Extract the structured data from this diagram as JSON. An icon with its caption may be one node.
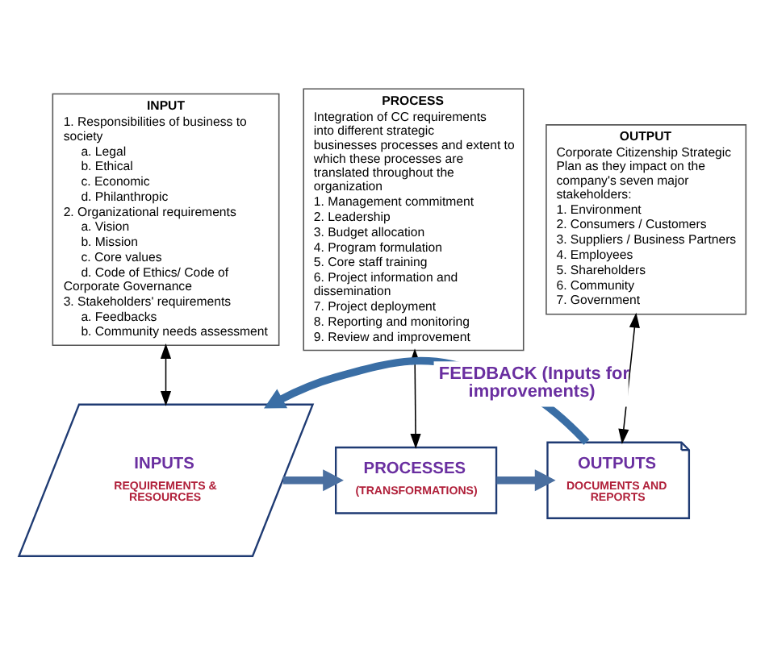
{
  "diagram": {
    "nodes": [
      {
        "text": [
          "INPUT",
          "1. Responsibilities of business to society",
          "a. Legal",
          "b. Ethical",
          "c. Economic",
          "d. Philanthropic",
          "2. Organizational requirements",
          "a. Vision",
          "b. Mission",
          "c. Core values",
          "d. Code of Ethics/ Code of Corporate Governance",
          "3. Stakeholders' requirements",
          "a. Feedbacks",
          "b. Community needs assessment"
        ]
      },
      {
        "text": [
          "PROCESS",
          "Integration of CC requirements into different strategic businesses processes and extent to which these processes are translated throughout the organization",
          "1. Management commitment",
          "2. Leadership",
          "3. Budget allocation",
          "4. Program formulation",
          "5. Core staff training",
          "6. Project information and dissemination",
          "7. Project deployment",
          "8. Reporting and monitoring",
          "9. Review and improvement"
        ]
      },
      {
        "text": [
          "OUTPUT",
          "Corporate Citizenship Strategic Plan as they impact on the company's seven major stakeholders:",
          "1. Environment",
          "2. Consumers / Customers",
          "3. Suppliers / Business Partners",
          "4. Employees",
          "5. Shareholders",
          "6. Community",
          "7. Government"
        ]
      },
      {
        "text": [
          "INPUTS",
          "REQUIREMENTS & RESOURCES"
        ]
      },
      {
        "text": [
          "PROCESSES",
          "(TRANSFORMATIONS)"
        ]
      },
      {
        "text": [
          "OUTPUTS",
          "DOCUMENTS AND REPORTS"
        ]
      }
    ],
    "edges": [
      {
        "from": 0,
        "to": 3,
        "arrow": "both"
      },
      {
        "from": 1,
        "to": 4,
        "arrow": "both"
      },
      {
        "from": 2,
        "to": 5,
        "arrow": "both"
      },
      {
        "from": 3,
        "to": 4,
        "arrow": "to",
        "style": "thick",
        "color": "#4a6fa0"
      },
      {
        "from": 4,
        "to": 5,
        "arrow": "to",
        "style": "thick",
        "color": "#4a6fa0"
      },
      {
        "from": 5,
        "to": 3,
        "arrow": "to",
        "style": "thick",
        "color": "#3a6ea5",
        "label": "FEEDBACK (Inputs for improvements)"
      }
    ]
  }
}
